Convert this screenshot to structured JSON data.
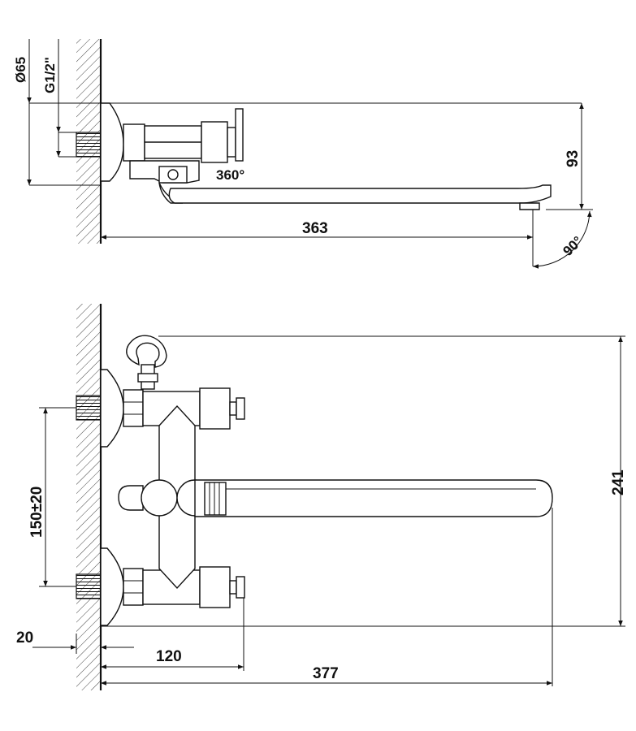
{
  "top_view": {
    "diameter_label": "Ø65",
    "thread_label": "G1/2\"",
    "rotation_label": "360°",
    "height_label": "93",
    "length_label": "363",
    "angle_label": "90°"
  },
  "front_view": {
    "height_label": "241",
    "spacing_label": "150±20",
    "wall_offset_label": "20",
    "handle_offset_label": "120",
    "total_length_label": "377"
  }
}
